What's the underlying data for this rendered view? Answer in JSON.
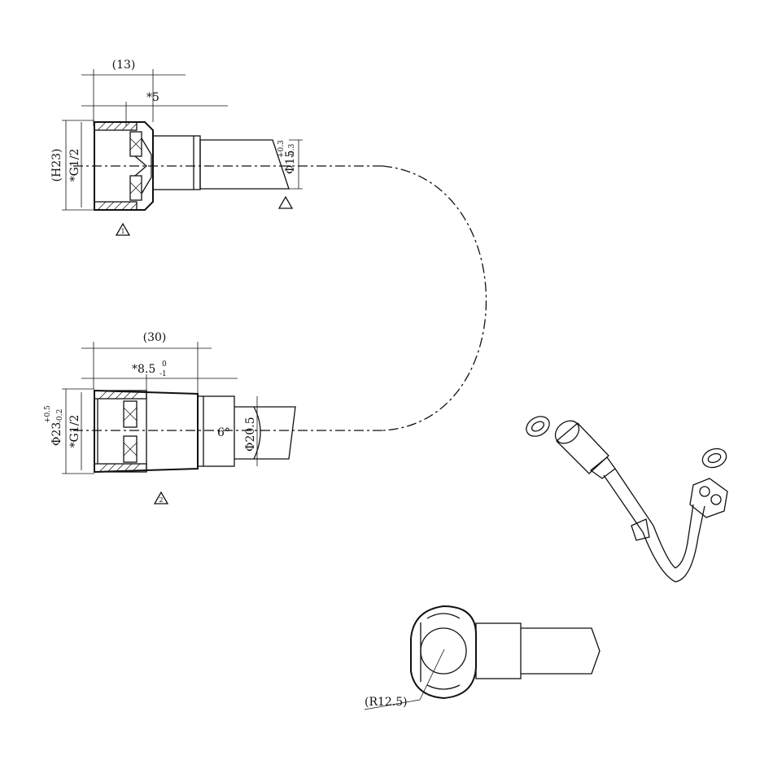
{
  "fitting_top": {
    "dim_overall": "(13)",
    "dim_depth": "*5",
    "dim_height": "(H23)",
    "thread": "*G1/2",
    "tube_diameter_main": "Φ15",
    "tube_diameter_tol_upper": "+0.3",
    "tube_diameter_tol_lower": "-0.3",
    "marker_inspect": "1"
  },
  "fitting_bottom": {
    "dim_overall": "(30)",
    "dim_depth_main": "*8.5",
    "dim_depth_tol_upper": "0",
    "dim_depth_tol_lower": "-1",
    "outer_diameter_main": "Φ23",
    "outer_diameter_tol_upper": "+0.5",
    "outer_diameter_tol_lower": "-0.2",
    "thread": "*G1/2",
    "taper_angle": "6°",
    "end_diameter": "Φ20.5",
    "marker_inspect": "2"
  },
  "detail_view": {
    "radius_label": "(R12.5)"
  }
}
